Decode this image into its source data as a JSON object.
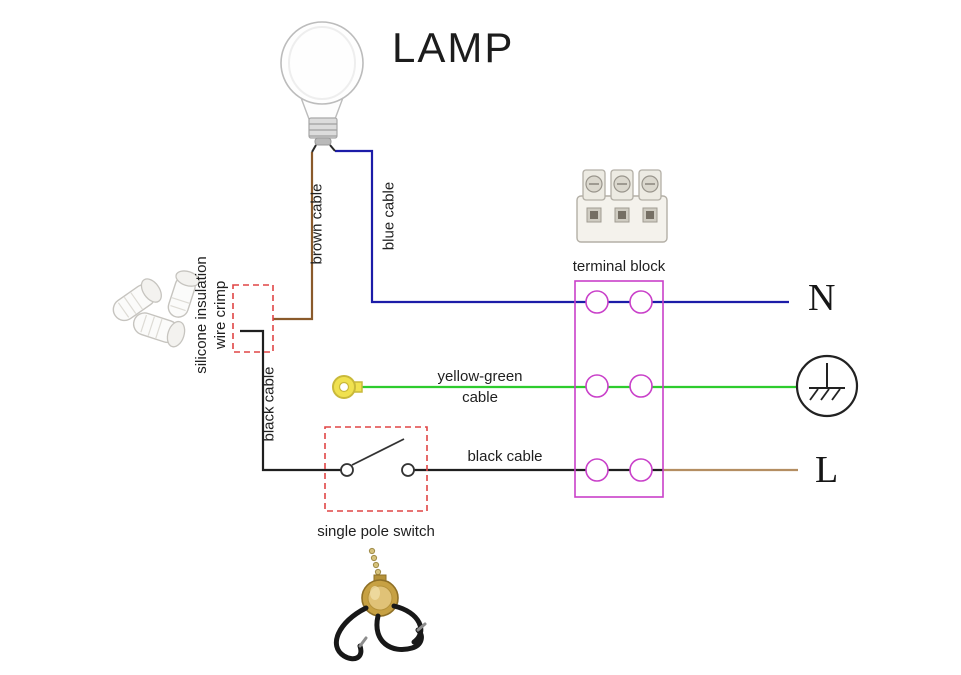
{
  "labels": {
    "lamp": "LAMP",
    "brown_cable": "brown cable",
    "blue_cable": "blue cable",
    "crimp_line1": "silicone insulation",
    "crimp_line2": "wire crimp",
    "black_cable_left": "black cable",
    "terminal_block": "terminal block",
    "yellow_green_line1": "yellow-green",
    "yellow_green_line2": "cable",
    "black_cable_mid": "black cable",
    "single_pole_switch": "single pole switch",
    "neutral_terminal": "N",
    "live_terminal": "L"
  },
  "colors": {
    "brown": "#8a5a2b",
    "blue": "#1c1ca8",
    "green": "#2ecc2e",
    "black": "#1f1f1f",
    "tan": "#b48e62",
    "magenta": "#c940c9",
    "dashed_red": "#e04545",
    "ring_yellow": "#f0e14f"
  }
}
